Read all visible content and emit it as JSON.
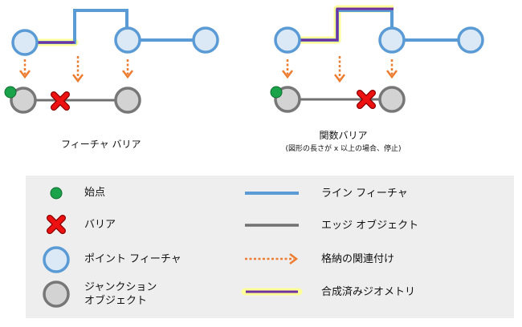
{
  "diagrams": {
    "feature_barrier": {
      "title": "フィーチャ バリア"
    },
    "function_barrier": {
      "title": "関数バリア",
      "subtitle": "(図形の長さが x 以上の場合、停止)"
    }
  },
  "legend": {
    "start_point": "始点",
    "barrier": "バリア",
    "point_feature": "ポイント フィーチャ",
    "junction_object": "ジャンクション\nオブジェクト",
    "line_feature": "ライン フィーチャ",
    "edge_object": "エッジ オブジェクト",
    "association": "格納の関連付け",
    "aggregated_geometry": "合成済みジオメトリ"
  },
  "colors": {
    "line_feature": "#5b9bd5",
    "point_fill": "#dbe9f7",
    "point_stroke": "#5b9bd5",
    "junction_fill": "#d3d3d3",
    "junction_stroke": "#777777",
    "edge": "#707070",
    "association_arrow": "#ed7d31",
    "aggregated_geometry": "#7030a0",
    "aggregated_halo": "#ffff99",
    "start_point": "#1aa34a",
    "barrier": "#ee1111",
    "legend_bg": "#eeeeee"
  }
}
